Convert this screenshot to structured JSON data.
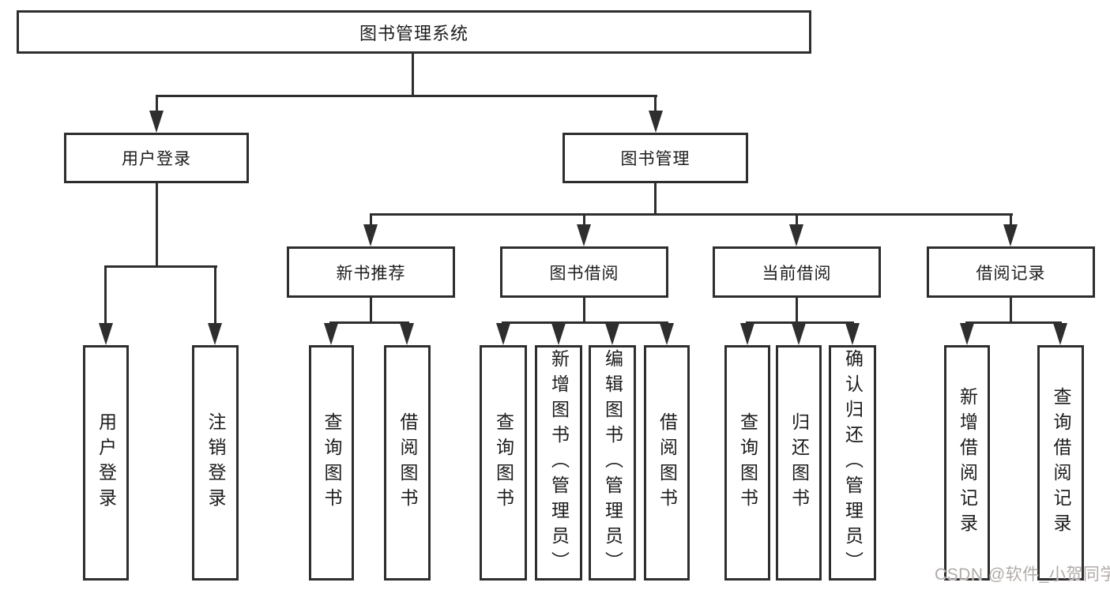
{
  "tree": {
    "root": {
      "label": "图书管理系统"
    },
    "level2": [
      {
        "label": "用户登录"
      },
      {
        "label": "图书管理"
      }
    ],
    "level3": [
      {
        "label": "新书推荐"
      },
      {
        "label": "图书借阅"
      },
      {
        "label": "当前借阅"
      },
      {
        "label": "借阅记录"
      }
    ],
    "leaves": {
      "user_login": [
        {
          "label": "用户登录"
        },
        {
          "label": "注销登录"
        }
      ],
      "new_book_recommend": [
        {
          "label": "查询图书"
        },
        {
          "label": "借阅图书"
        }
      ],
      "book_borrowing": [
        {
          "label": "查询图书"
        },
        {
          "label": "新增图书（管理员）"
        },
        {
          "label": "编辑图书（管理员）"
        },
        {
          "label": "借阅图书"
        }
      ],
      "current_borrowing": [
        {
          "label": "查询图书"
        },
        {
          "label": "归还图书"
        },
        {
          "label": "确认归还（管理员）"
        }
      ],
      "borrowing_records": [
        {
          "label": "新增借阅记录"
        },
        {
          "label": "查询借阅记录"
        }
      ]
    }
  },
  "watermark": {
    "text": "CSDN @软件_小贺同学"
  },
  "colors": {
    "line": "#2e2e2e",
    "text": "#1c1c1c",
    "watermark": "#b2aba8",
    "background": "#ffffff"
  }
}
